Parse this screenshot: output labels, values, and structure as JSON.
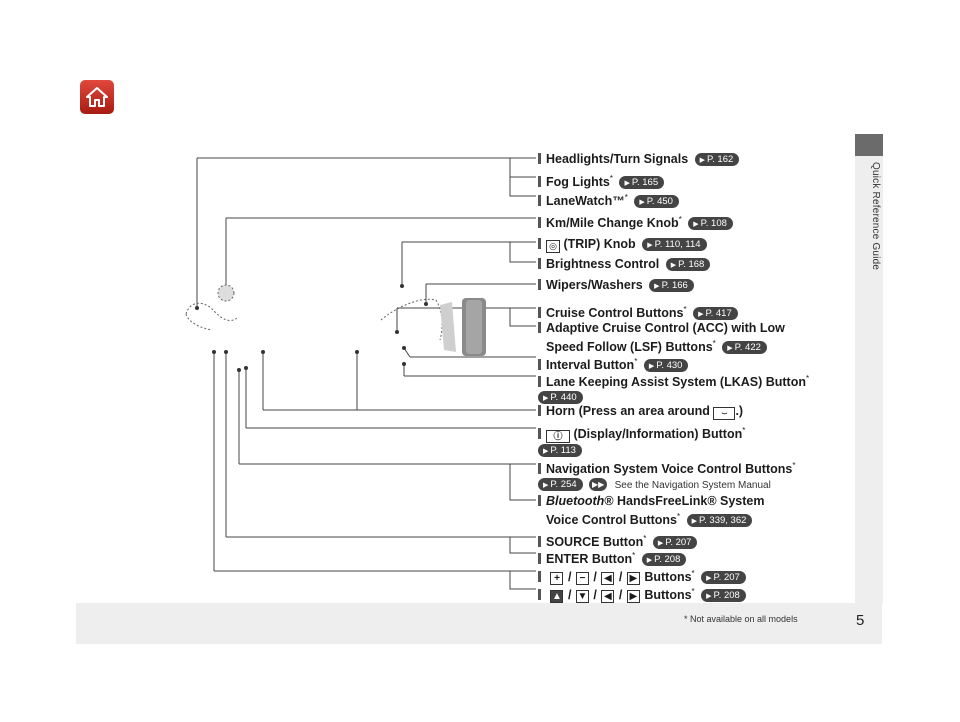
{
  "sidebar": {
    "label": "Quick Reference Guide"
  },
  "page_number": "5",
  "footnote": "* Not available on all models",
  "items": [
    {
      "label": "Headlights/Turn Signals",
      "ref": "P. 162"
    },
    {
      "label": "Fog Lights",
      "ref": "P. 165"
    },
    {
      "label": "LaneWatch™",
      "ref": "P. 450"
    },
    {
      "label": "Km/Mile Change Knob",
      "ref": "P. 108"
    },
    {
      "label": "(TRIP) Knob",
      "ref": "P. 110, 114"
    },
    {
      "label": "Brightness Control",
      "ref": "P. 168"
    },
    {
      "label": "Wipers/Washers",
      "ref": "P. 166"
    },
    {
      "label": "Cruise Control Buttons",
      "ref": "P. 417"
    },
    {
      "label": "Adaptive Cruise Control (ACC) with Low",
      "label2": "Speed Follow (LSF) Buttons",
      "ref": "P. 422"
    },
    {
      "label": "Interval Button",
      "ref": "P. 430"
    },
    {
      "label": "Lane Keeping Assist System (LKAS) Button",
      "ref": "P. 440"
    },
    {
      "label": "Horn (Press an area around",
      "label_end": ".)"
    },
    {
      "label": "(Display/Information) Button",
      "ref": "P. 113"
    },
    {
      "label": "Navigation System Voice Control Buttons",
      "ref": "P. 254",
      "note": "See the Navigation System Manual"
    },
    {
      "label_italic": "Bluetooth",
      "label": "® HandsFreeLink® System",
      "label2": "Voice Control Buttons",
      "ref": "P. 339, 362"
    },
    {
      "label": "SOURCE Button",
      "ref": "P. 207"
    },
    {
      "label": "ENTER Button",
      "ref": "P. 208"
    },
    {
      "label": "Buttons",
      "ref": "P. 207",
      "keys": [
        "+",
        "−",
        "◀",
        "▶"
      ]
    },
    {
      "label": "Buttons",
      "ref": "P. 208",
      "keys": [
        "▲",
        "▼",
        "◀",
        "▶"
      ]
    }
  ],
  "asterisk": "*",
  "slash": "/"
}
